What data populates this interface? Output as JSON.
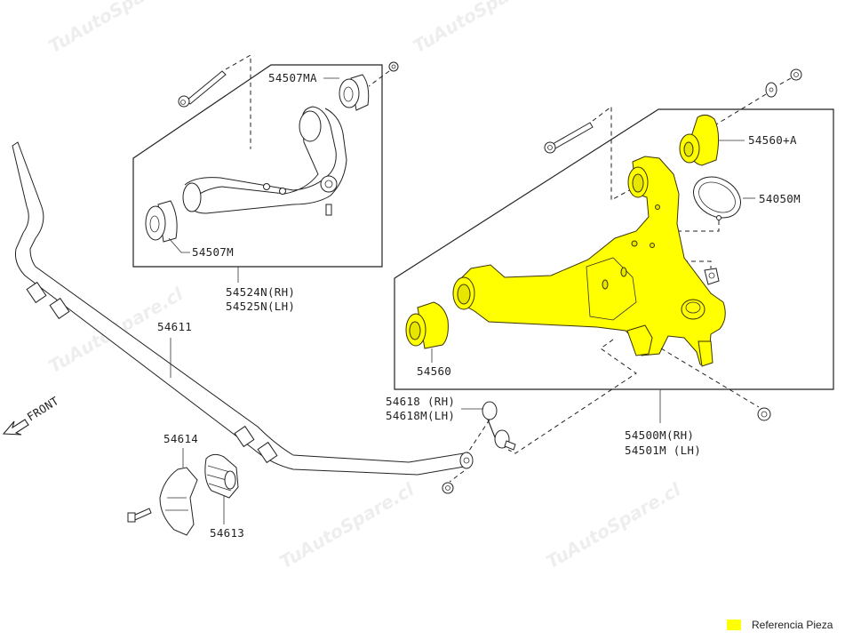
{
  "watermark": "TuAutoSpare.cl",
  "direction_label": "FRONT",
  "parts": {
    "upper_bushing_a": "54507MA",
    "upper_bushing": "54507M",
    "upper_arm_rh": "54524N(RH)",
    "upper_arm_lh": "54525N(LH)",
    "stabilizer_bar": "54611",
    "lower_bushing_a": "54560+A",
    "ball_joint_boot": "54050M",
    "lower_bushing": "54560",
    "stabilizer_link_rh": "54618 (RH)",
    "stabilizer_link_lh": "54618M(LH)",
    "lower_arm_rh": "54500M(RH)",
    "lower_arm_lh": "54501M (LH)",
    "bracket": "54614",
    "stabilizer_bushing": "54613"
  },
  "legend": {
    "label": "Referencia Pieza",
    "color": "#ffff00"
  }
}
